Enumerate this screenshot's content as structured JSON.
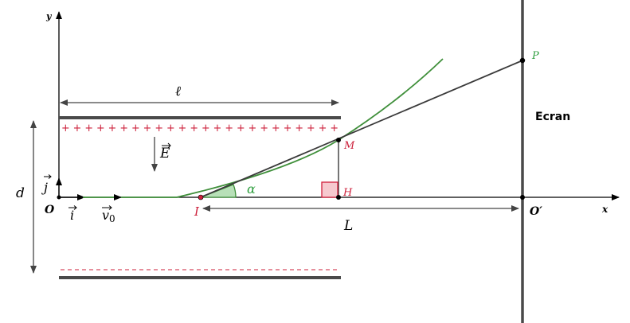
{
  "labels": {
    "y_axis": "y",
    "x_axis": "x",
    "origin": "O",
    "plate_length": "ℓ",
    "field": "E",
    "plate_gap": "d",
    "unit_i": "i",
    "unit_j": "j",
    "velocity": "v",
    "velocity_sub": "0",
    "point_I": "I",
    "point_M": "M",
    "point_H": "H",
    "point_P": "P",
    "point_O_prime": "O′",
    "distance_L": "L",
    "angle": "α",
    "screen": "Ecran",
    "plus_signs": "+ + + + + + + + + + + + + + + + + + + + + + + +"
  },
  "colors": {
    "plate": "#4a4a4a",
    "axis": "#000000",
    "trajectory": "#3f8f3a",
    "tangent": "#3a3a3a",
    "red_label": "#cc1f3a",
    "green_label": "#2e9e3e",
    "angle_fill": "#b8e0b8",
    "right_angle_fill": "#f6c9cf",
    "right_angle_stroke": "#d21f3c"
  }
}
